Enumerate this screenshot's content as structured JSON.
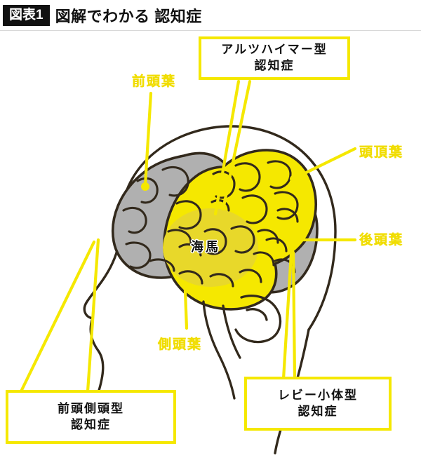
{
  "figure": {
    "badge": "図表1",
    "title": "図解でわかる 認知症"
  },
  "colors": {
    "accent_yellow": "#f5e800",
    "hippocampus_yellow": "#e8d82a",
    "lobe_gray": "#b0b0b0",
    "outline": "#32291c",
    "text_dark": "#111111",
    "background": "#ffffff"
  },
  "callouts": [
    {
      "id": "alzheimer",
      "line1": "アルツハイマー型",
      "line2": "認知症"
    },
    {
      "id": "frontotemporal",
      "line1": "前頭側頭型",
      "line2": "認知症"
    },
    {
      "id": "lewy-body",
      "line1": "レビー小体型",
      "line2": "認知症"
    }
  ],
  "lobe_labels": {
    "frontal": "前頭葉",
    "parietal": "頭頂葉",
    "occipital": "後頭葉",
    "temporal": "側頭葉",
    "hippocampus": "海馬"
  }
}
